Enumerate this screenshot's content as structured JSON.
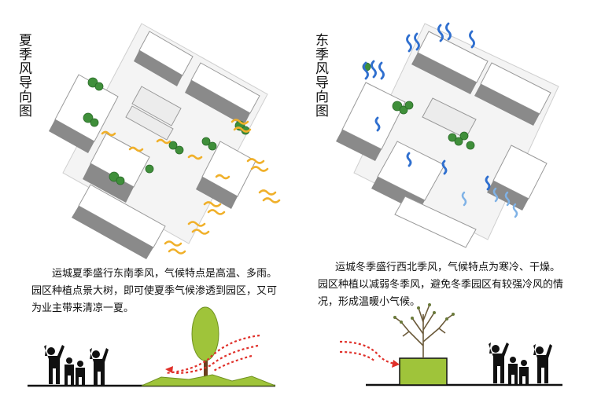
{
  "summer": {
    "title": "夏季风导向图",
    "description": "运城夏季盛行东南季风，气候特点是高温、多雨。园区种植点景大树，即可使夏季气候渗透到园区，又可为业主带来清凉一夏。"
  },
  "winter": {
    "title": "东季风导向图",
    "description": "运城冬季盛行西北季风，气候特点为寒冷、干燥。园区种植以减弱冬季风，避免冬季园区有较强冷风的情况，形成温暖小气候。"
  },
  "colors": {
    "summer_wind": "#f0b02a",
    "winter_wind": "#2f6fcf",
    "tree_green": "#9fc43a",
    "shrub_green": "#3f8f3a",
    "arrow_red": "#e0302a",
    "building_shadow": "#8a8a8a"
  }
}
